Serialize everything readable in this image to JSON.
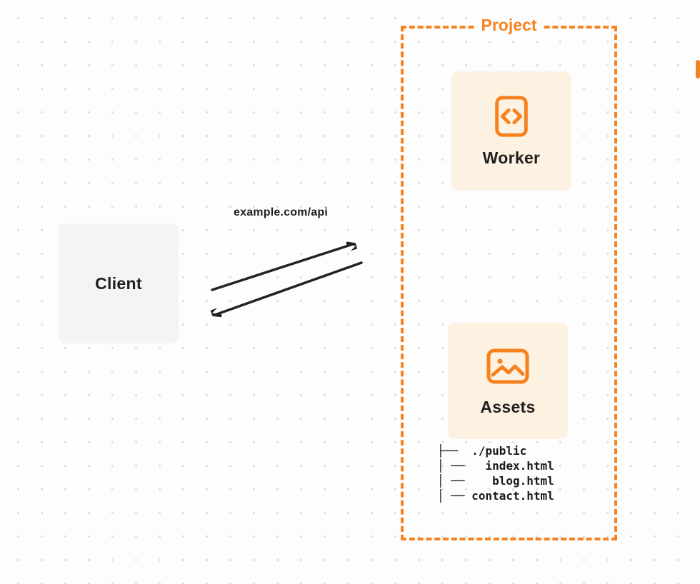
{
  "client": {
    "label": "Client"
  },
  "request": {
    "label": "example.com/api"
  },
  "project": {
    "label": "Project",
    "worker": {
      "label": "Worker",
      "icon": "code-icon"
    },
    "assets": {
      "label": "Assets",
      "icon": "image-icon"
    },
    "file_tree": {
      "text": "├──  ./public\n│ ──   index.html\n│ ──    blog.html\n│ ── contact.html",
      "entries": [
        "./public",
        "index.html",
        "blog.html",
        "contact.html"
      ]
    }
  },
  "colors": {
    "accent": "#f6821f",
    "card_bg": "#fdf1e2",
    "client_bg": "#f4f4f4",
    "text": "#1f1f1f",
    "arrow": "#222222"
  }
}
